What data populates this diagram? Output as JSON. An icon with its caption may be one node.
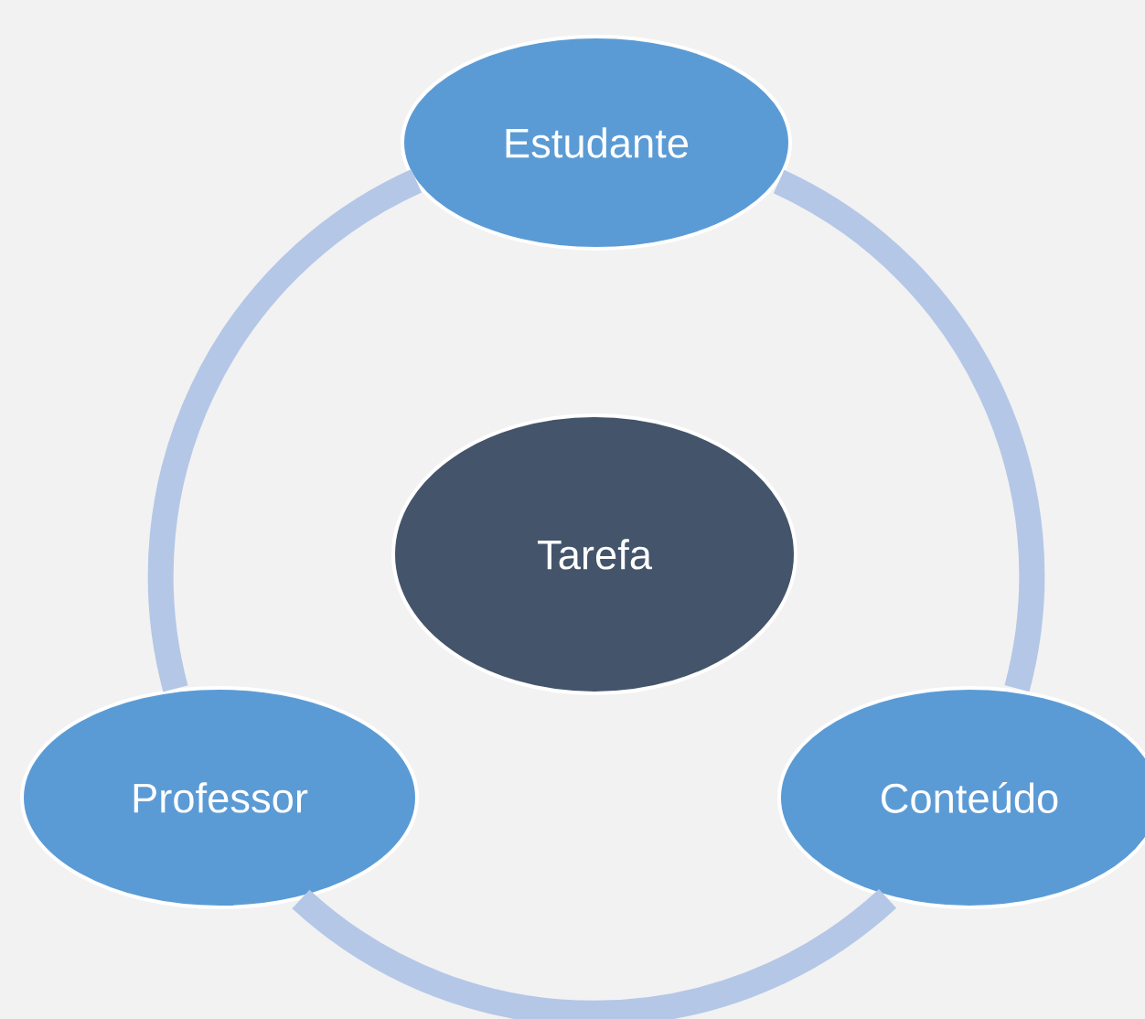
{
  "diagram": {
    "nodes": [
      {
        "text": [
          "Estudante"
        ]
      },
      {
        "text": [
          "Tarefa"
        ]
      },
      {
        "text": [
          "Professor"
        ]
      },
      {
        "text": [
          "Conteúdo"
        ]
      }
    ],
    "edges": [
      {
        "from": 0,
        "to": 3,
        "arrow": "none"
      },
      {
        "from": 3,
        "to": 2,
        "arrow": "none"
      },
      {
        "from": 2,
        "to": 0,
        "arrow": "none"
      }
    ]
  }
}
